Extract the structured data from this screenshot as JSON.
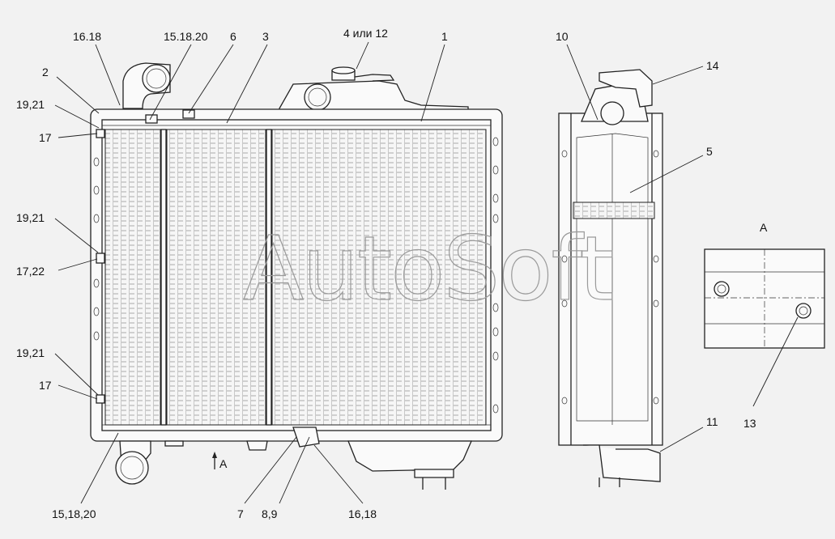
{
  "watermark": "AutoSoft",
  "view_label": "A",
  "arrow_label": "A",
  "callouts": [
    {
      "id": "c1",
      "text": "16.18"
    },
    {
      "id": "c2",
      "text": "15.18.20"
    },
    {
      "id": "c3",
      "text": "6"
    },
    {
      "id": "c4",
      "text": "3"
    },
    {
      "id": "c5",
      "text": "4 или 12"
    },
    {
      "id": "c6",
      "text": "1"
    },
    {
      "id": "c7",
      "text": "10"
    },
    {
      "id": "c8",
      "text": "14"
    },
    {
      "id": "c9",
      "text": "2"
    },
    {
      "id": "c10",
      "text": "19,21"
    },
    {
      "id": "c11",
      "text": "17"
    },
    {
      "id": "c12",
      "text": "5"
    },
    {
      "id": "c13",
      "text": "19,21"
    },
    {
      "id": "c14",
      "text": "17,22"
    },
    {
      "id": "c15",
      "text": "19,21"
    },
    {
      "id": "c16",
      "text": "17"
    },
    {
      "id": "c17",
      "text": "11"
    },
    {
      "id": "c18",
      "text": "13"
    },
    {
      "id": "c19",
      "text": "7"
    },
    {
      "id": "c20",
      "text": "8,9"
    },
    {
      "id": "c21",
      "text": "16,18"
    },
    {
      "id": "c22",
      "text": "15,18,20"
    }
  ]
}
